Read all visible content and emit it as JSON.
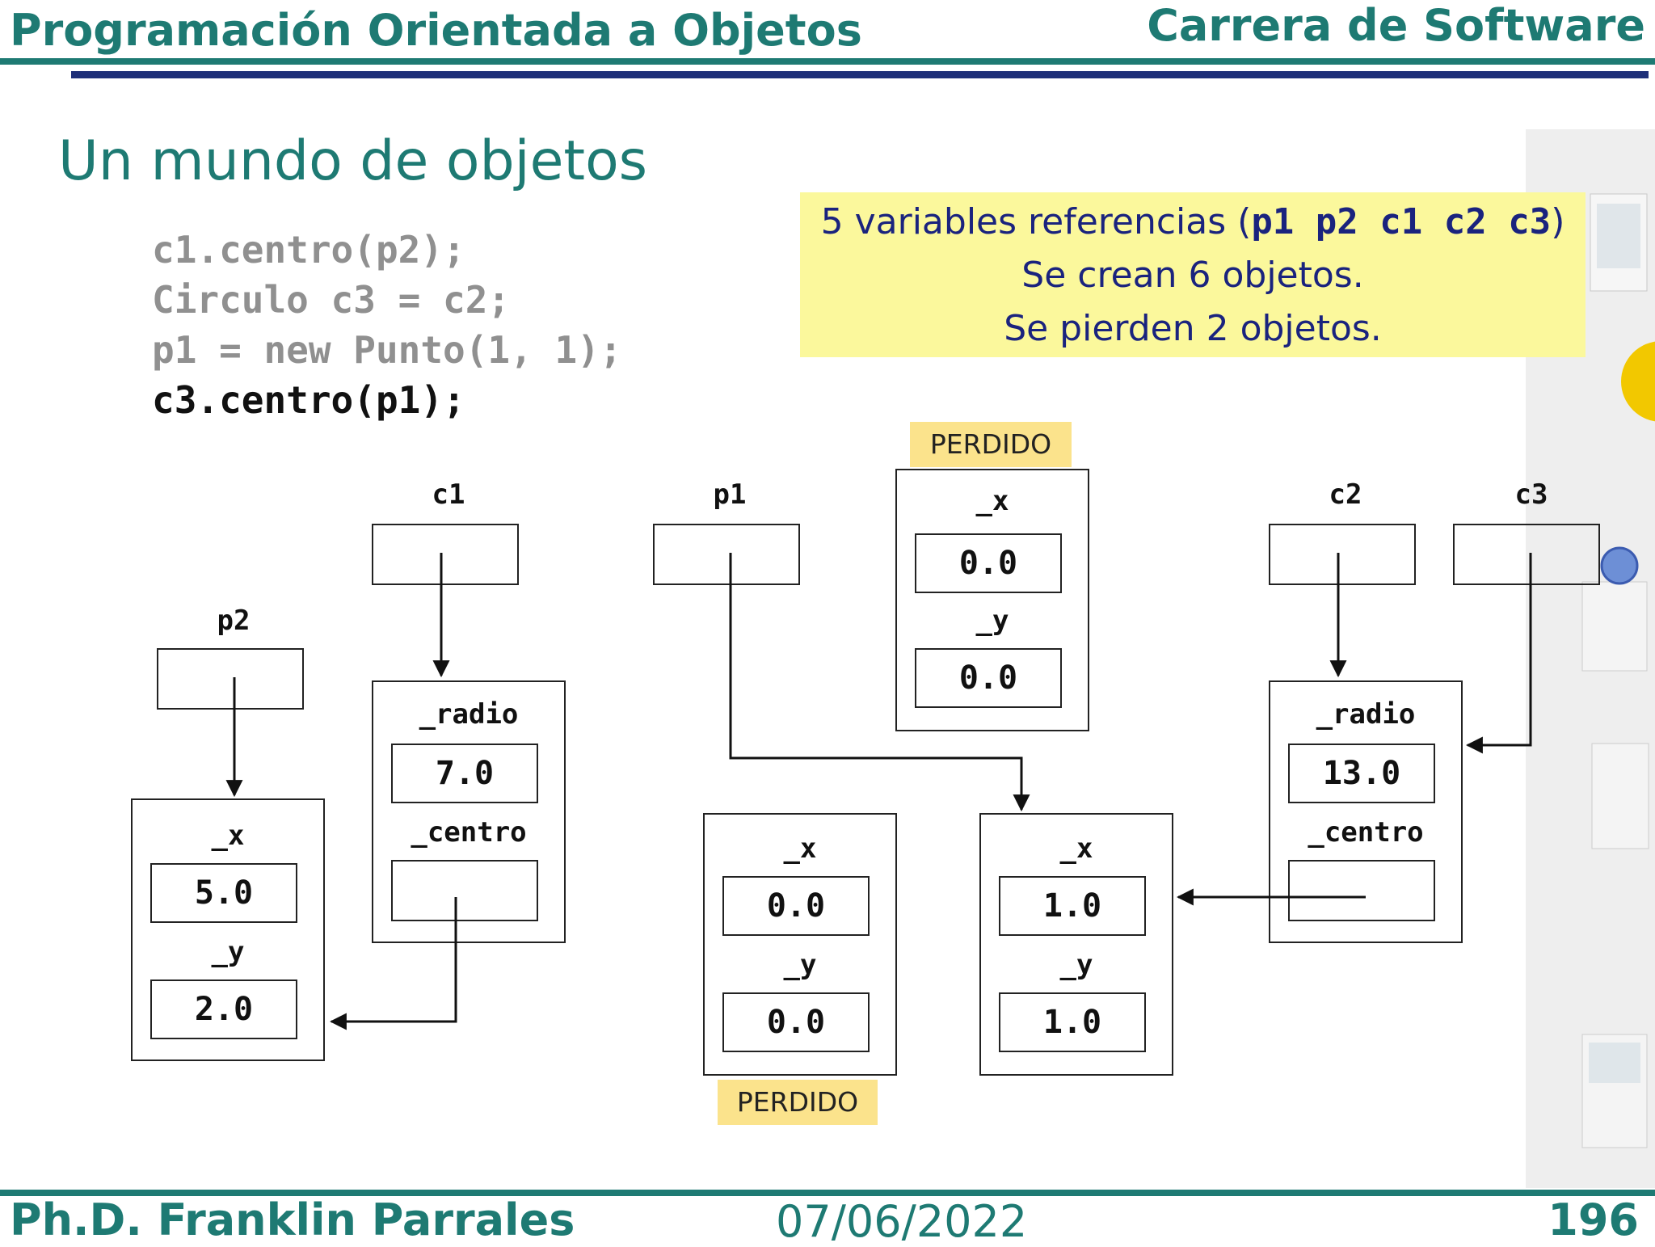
{
  "header": {
    "course": "Programación Orientada a Objetos",
    "program": "Carrera de Software"
  },
  "slide": {
    "title": "Un mundo de objetos",
    "code_lines": [
      "c1.centro(p2);",
      "Circulo c3 = c2;",
      "p1 = new Punto(1, 1);",
      "c3.centro(p1);"
    ]
  },
  "note": {
    "line1_prefix": "5 variables referencias (",
    "line1_vars": "p1 p2 c1 c2 c3",
    "line1_suffix": ")",
    "line2": "Se crean 6 objetos.",
    "line3": "Se pierden 2 objetos."
  },
  "diagram": {
    "vars": {
      "c1": "c1",
      "p1": "p1",
      "p2": "p2",
      "c2": "c2",
      "c3": "c3"
    },
    "fields": {
      "x": "_x",
      "y": "_y",
      "radio": "_radio",
      "centro": "_centro"
    },
    "lost_label": "PERDIDO",
    "objects": {
      "p2_point": {
        "x": "5.0",
        "y": "2.0"
      },
      "c1_circle": {
        "radio": "7.0"
      },
      "lost_top": {
        "x": "0.0",
        "y": "0.0"
      },
      "lost_bottom": {
        "x": "0.0",
        "y": "0.0"
      },
      "p1_point": {
        "x": "1.0",
        "y": "1.0"
      },
      "c2_circle": {
        "radio": "13.0"
      }
    }
  },
  "footer": {
    "author": "Ph.D. Franklin Parrales",
    "date": "07/06/2022",
    "page": "196"
  }
}
